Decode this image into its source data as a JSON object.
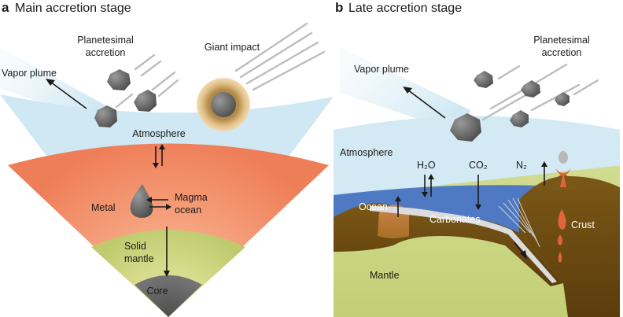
{
  "panel_a": {
    "letter": "a",
    "title": "Main accretion stage",
    "labels": {
      "planetesimal_1": "Planetesimal",
      "planetesimal_2": "accretion",
      "giant_impact": "Giant impact",
      "vapor_plume": "Vapor plume",
      "atmosphere": "Atmosphere",
      "metal": "Metal",
      "magma_1": "Magma",
      "magma_2": "ocean",
      "solid_1": "Solid",
      "solid_2": "mantle",
      "core": "Core"
    }
  },
  "panel_b": {
    "letter": "b",
    "title": "Late accretion stage",
    "labels": {
      "planetesimal_1": "Planetesimal",
      "planetesimal_2": "accretion",
      "vapor_plume": "Vapor plume",
      "atmosphere": "Atmosphere",
      "h2o": "H₂O",
      "co2": "CO₂",
      "n2": "N₂",
      "ocean": "Ocean",
      "carbonates": "Carbonates",
      "crust": "Crust",
      "mantle": "Mantle"
    }
  },
  "colors": {
    "atmosphere": "#cfe9f4",
    "magma_ocean": "#f08a62",
    "solid_mantle": "#c9cf7c",
    "core": "#5e5e5e",
    "ocean": "#4f79c2",
    "crust": "#6b4a12",
    "mantle_b": "#cdd98a",
    "impactor_shell": "#d9b479"
  }
}
